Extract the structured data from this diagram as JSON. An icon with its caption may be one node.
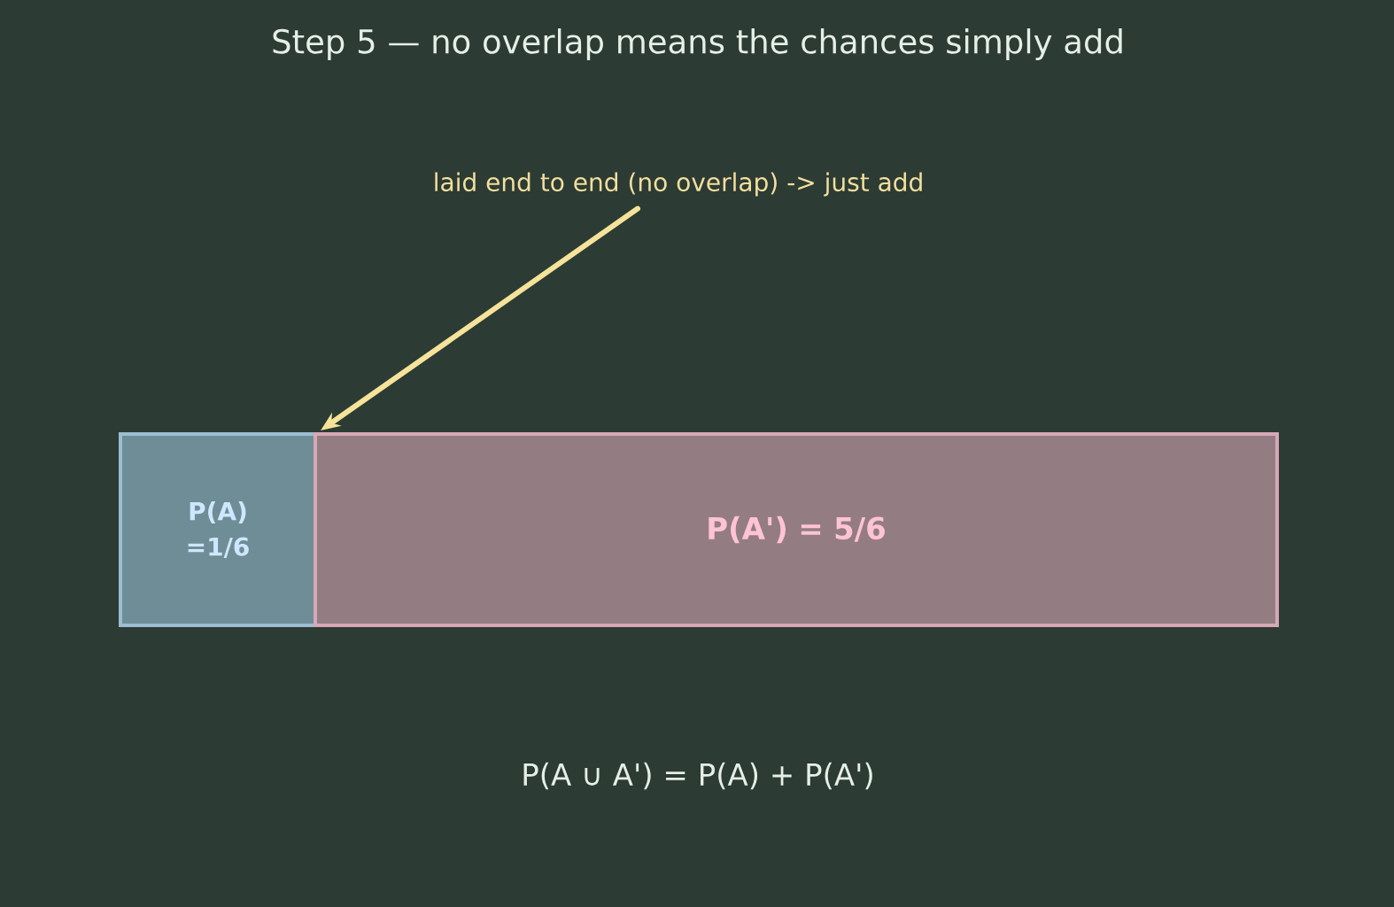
{
  "diagram": {
    "title": "Step 5 — no overlap means the chances simply add",
    "nodes": [
      {
        "text": [
          "laid end to end (no overlap) -> just add"
        ]
      },
      {
        "text": [
          "P(A) =1/6"
        ]
      },
      {
        "text": [
          "P(A') = 5/6"
        ]
      }
    ],
    "edges": [
      {
        "from": 0,
        "to": 2,
        "arrow": "to"
      }
    ],
    "labels": [
      "P(A ∪ A') = P(A) + P(A')"
    ]
  }
}
